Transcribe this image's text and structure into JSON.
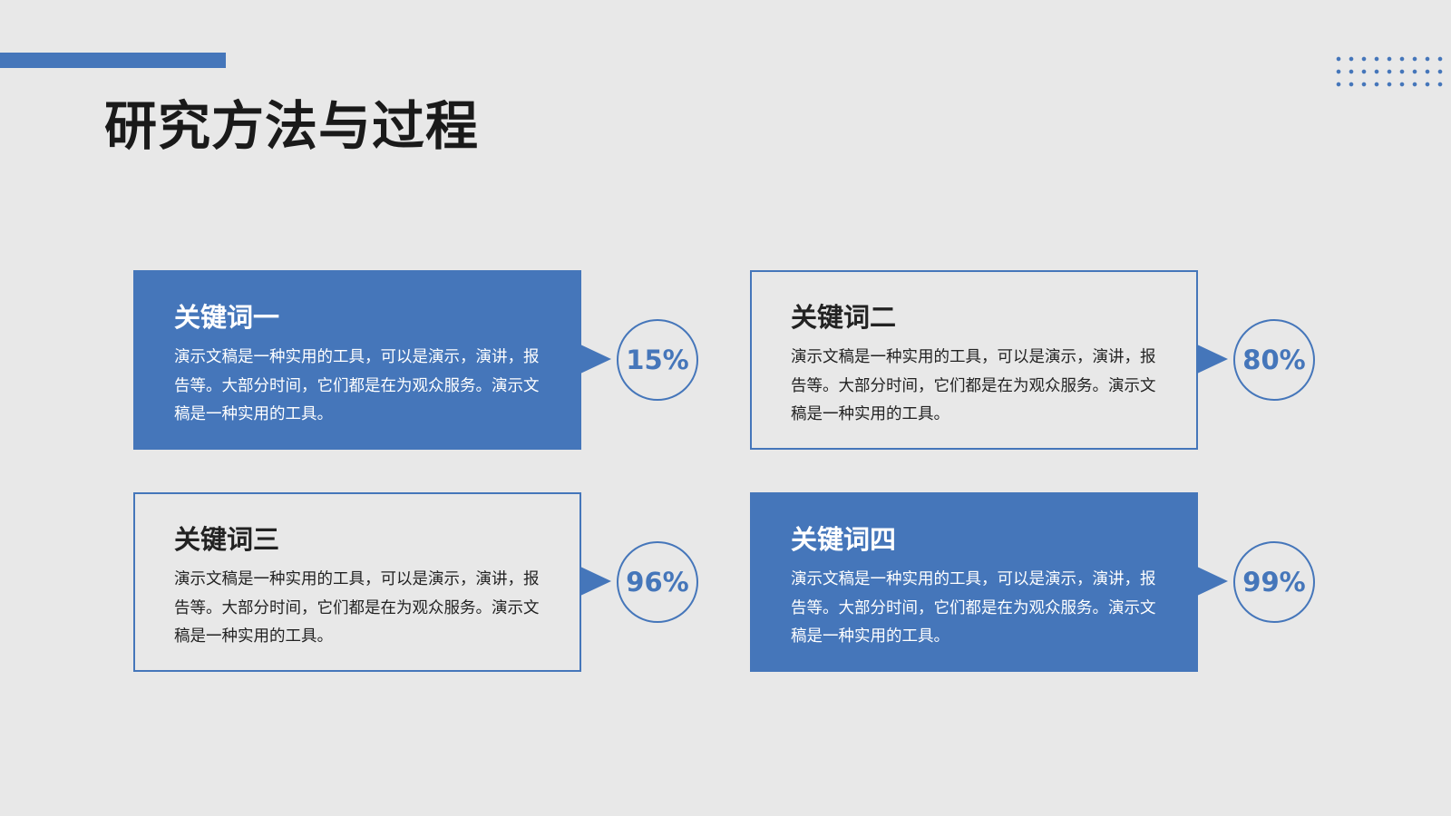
{
  "slide": {
    "title": "研究方法与过程"
  },
  "colors": {
    "accent": "#4576ba",
    "background": "#e8e8e8"
  },
  "cards": [
    {
      "title": "关键词一",
      "body": "演示文稿是一种实用的工具，可以是演示，演讲，报告等。大部分时间，它们都是在为观众服务。演示文稿是一种实用的工具。",
      "percent": "15%",
      "style": "filled"
    },
    {
      "title": "关键词二",
      "body": "演示文稿是一种实用的工具，可以是演示，演讲，报告等。大部分时间，它们都是在为观众服务。演示文稿是一种实用的工具。",
      "percent": "80%",
      "style": "outlined"
    },
    {
      "title": "关键词三",
      "body": "演示文稿是一种实用的工具，可以是演示，演讲，报告等。大部分时间，它们都是在为观众服务。演示文稿是一种实用的工具。",
      "percent": "96%",
      "style": "outlined"
    },
    {
      "title": "关键词四",
      "body": "演示文稿是一种实用的工具，可以是演示，演讲，报告等。大部分时间，它们都是在为观众服务。演示文稿是一种实用的工具。",
      "percent": "99%",
      "style": "filled"
    }
  ]
}
